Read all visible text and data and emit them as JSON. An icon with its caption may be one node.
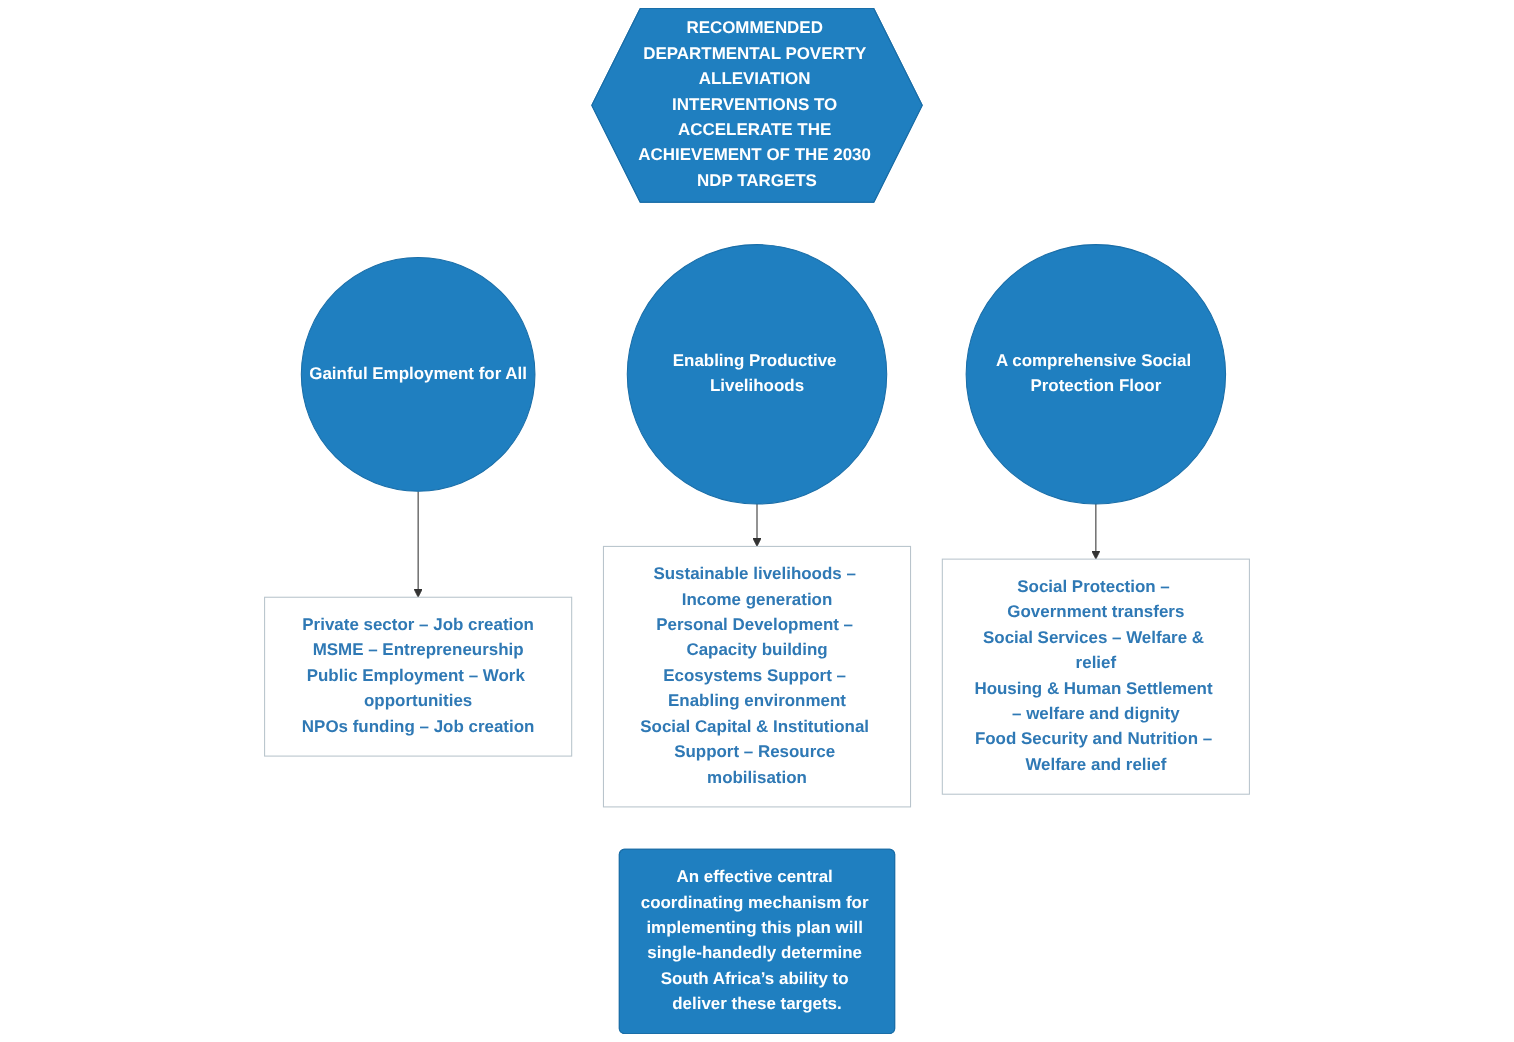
{
  "diagram": {
    "nodes": [
      {
        "text": [
          "RECOMMENDED DEPARTMENTAL POVERTY ALLEVIATION INTERVENTIONS TO ACCELERATE THE ACHIEVEMENT OF THE 2030 NDP TARGETS"
        ]
      },
      {
        "text": [
          "Gainful Employment for All"
        ]
      },
      {
        "text": [
          "Enabling Productive Livelihoods"
        ]
      },
      {
        "text": [
          "A comprehensive Social Protection Floor"
        ]
      },
      {
        "text": [
          "Private sector – Job creation",
          "MSME – Entrepreneurship",
          "Public Employment – Work opportunities",
          "NPOs funding – Job creation"
        ]
      },
      {
        "text": [
          "Sustainable livelihoods – Income generation",
          "Personal Development – Capacity building",
          "Ecosystems Support – Enabling environment",
          "Social Capital & Institutional Support – Resource mobilisation"
        ]
      },
      {
        "text": [
          "Social Protection – Government transfers",
          "Social Services – Welfare & relief",
          "Housing & Human Settlement – welfare and dignity",
          "Food Security and Nutrition – Welfare and relief"
        ]
      },
      {
        "text": [
          "An effective central coordinating mechanism for implementing this plan will single-handedly determine South Africa’s ability to deliver these targets."
        ]
      }
    ],
    "edges": [
      {
        "from": 1,
        "to": 4,
        "arrow": "to"
      },
      {
        "from": 2,
        "to": 5,
        "arrow": "to"
      },
      {
        "from": 3,
        "to": 6,
        "arrow": "to"
      }
    ]
  }
}
